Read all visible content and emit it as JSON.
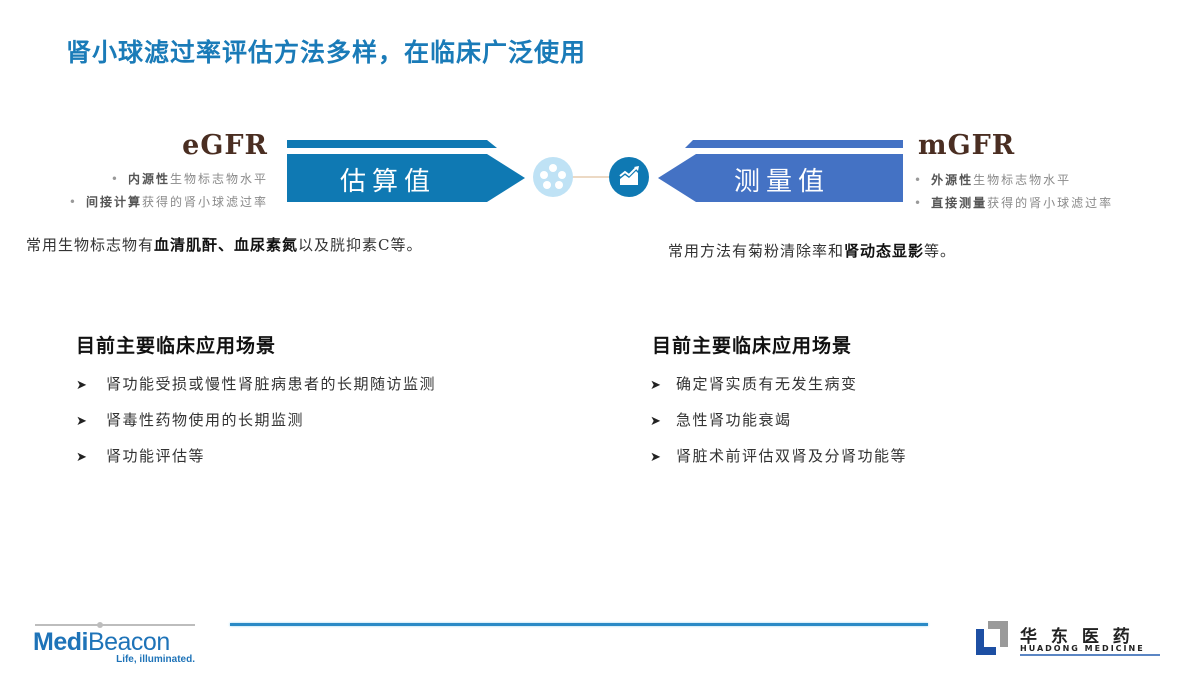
{
  "title": "肾小球滤过率评估方法多样，在临床广泛使用",
  "left": {
    "label": "eGFR",
    "banner": "估算值",
    "bullets": [
      {
        "bold": "内源性",
        "rest": "生物标志物水平"
      },
      {
        "bold": "间接计算",
        "rest": "获得的肾小球滤过率"
      }
    ],
    "note": {
      "pre": "常用生物标志物有",
      "bold": "血清肌酐、血尿素氮",
      "post": "以及胱抑素C等。"
    },
    "scenarios_title": "目前主要临床应用场景",
    "scenarios": [
      "肾功能受损或慢性肾脏病患者的长期随访监测",
      "肾毒性药物使用的长期监测",
      "肾功能评估等"
    ]
  },
  "right": {
    "label": "mGFR",
    "banner": "测量值",
    "bullets": [
      {
        "bold": "外源性",
        "rest": "生物标志物水平"
      },
      {
        "bold": "直接测量",
        "rest": "获得的肾小球滤过率"
      }
    ],
    "note": {
      "pre": "常用方法有菊粉清除率和",
      "bold": "肾动态显影",
      "post": "等。"
    },
    "scenarios_title": "目前主要临床应用场景",
    "scenarios": [
      "确定肾实质有无发生病变",
      "急性肾功能衰竭",
      "肾脏术前评估双肾及分肾功能等"
    ]
  },
  "icons": {
    "left": "dots-circle-icon",
    "right": "trend-chart-icon"
  },
  "footer": {
    "logo_left": {
      "main_a": "Medi",
      "main_b": "Beacon",
      "tagline": "Life, illuminated."
    },
    "logo_right": {
      "cn": "华 东 医 药",
      "en": "HUADONG MEDICINE"
    }
  },
  "colors": {
    "title": "#1a7bb8",
    "egfr_banner": "#0f79b3",
    "mgfr_banner": "#4472c4",
    "label": "#4a2e22"
  }
}
